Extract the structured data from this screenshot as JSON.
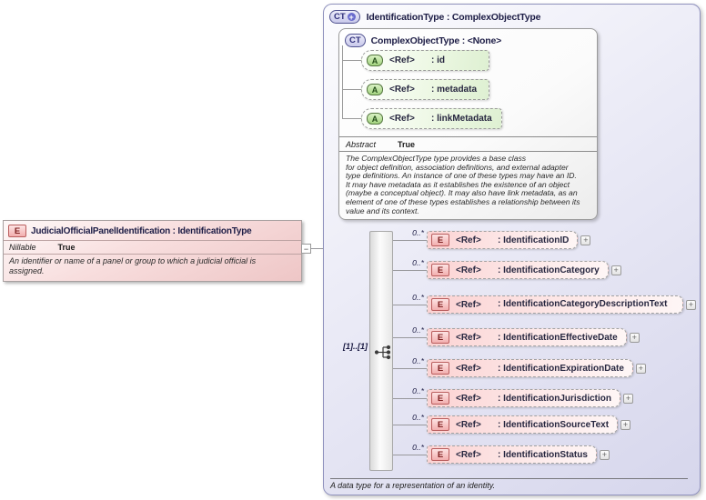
{
  "icons": {
    "element": "E",
    "attribute": "A",
    "complex_type": "CT",
    "derive_plus": "+",
    "expand": "+",
    "collapse": "−"
  },
  "colors": {
    "element_accent": "#b95d5d",
    "attribute_accent": "#54763f",
    "complex_type_accent": "#4f518f"
  },
  "left_element": {
    "title": "JudicialOfficialPanelIdentification : IdentificationType",
    "facet_label": "Nillable",
    "facet_value": "True",
    "annotation": "An identifier or name of a panel or group to which a judicial official is\nassigned."
  },
  "type_box": {
    "title": "IdentificationType : ComplexObjectType",
    "annotation": "A data type for a representation of an identity.",
    "base_type": {
      "title": "ComplexObjectType : <None>",
      "facet_label": "Abstract",
      "facet_value": "True",
      "annotation": "The ComplexObjectType type provides a base class\nfor object definition, association definitions, and external adapter\ntype definitions. An instance of one of these types may have an ID.\nIt may have metadata as it establishes the existence of an object\n(maybe a conceptual object). It may also have link metadata, as an\nelement of one of these types establishes a relationship between its\nvalue and its context.",
      "attributes": [
        {
          "ref": "<Ref>",
          "name": ": id"
        },
        {
          "ref": "<Ref>",
          "name": ": metadata"
        },
        {
          "ref": "<Ref>",
          "name": ": linkMetadata"
        }
      ]
    },
    "sequence": {
      "cardinality": "[1]..[1]",
      "elements": [
        {
          "occurs": "0..*",
          "ref": "<Ref>",
          "name": ": IdentificationID"
        },
        {
          "occurs": "0..*",
          "ref": "<Ref>",
          "name": ": IdentificationCategory"
        },
        {
          "occurs": "0..*",
          "ref": "<Ref>",
          "name": ": IdentificationCategoryDescriptionText"
        },
        {
          "occurs": "0..*",
          "ref": "<Ref>",
          "name": ": IdentificationEffectiveDate"
        },
        {
          "occurs": "0..*",
          "ref": "<Ref>",
          "name": ": IdentificationExpirationDate"
        },
        {
          "occurs": "0..*",
          "ref": "<Ref>",
          "name": ": IdentificationJurisdiction"
        },
        {
          "occurs": "0..*",
          "ref": "<Ref>",
          "name": ": IdentificationSourceText"
        },
        {
          "occurs": "0..*",
          "ref": "<Ref>",
          "name": ": IdentificationStatus"
        }
      ]
    }
  }
}
